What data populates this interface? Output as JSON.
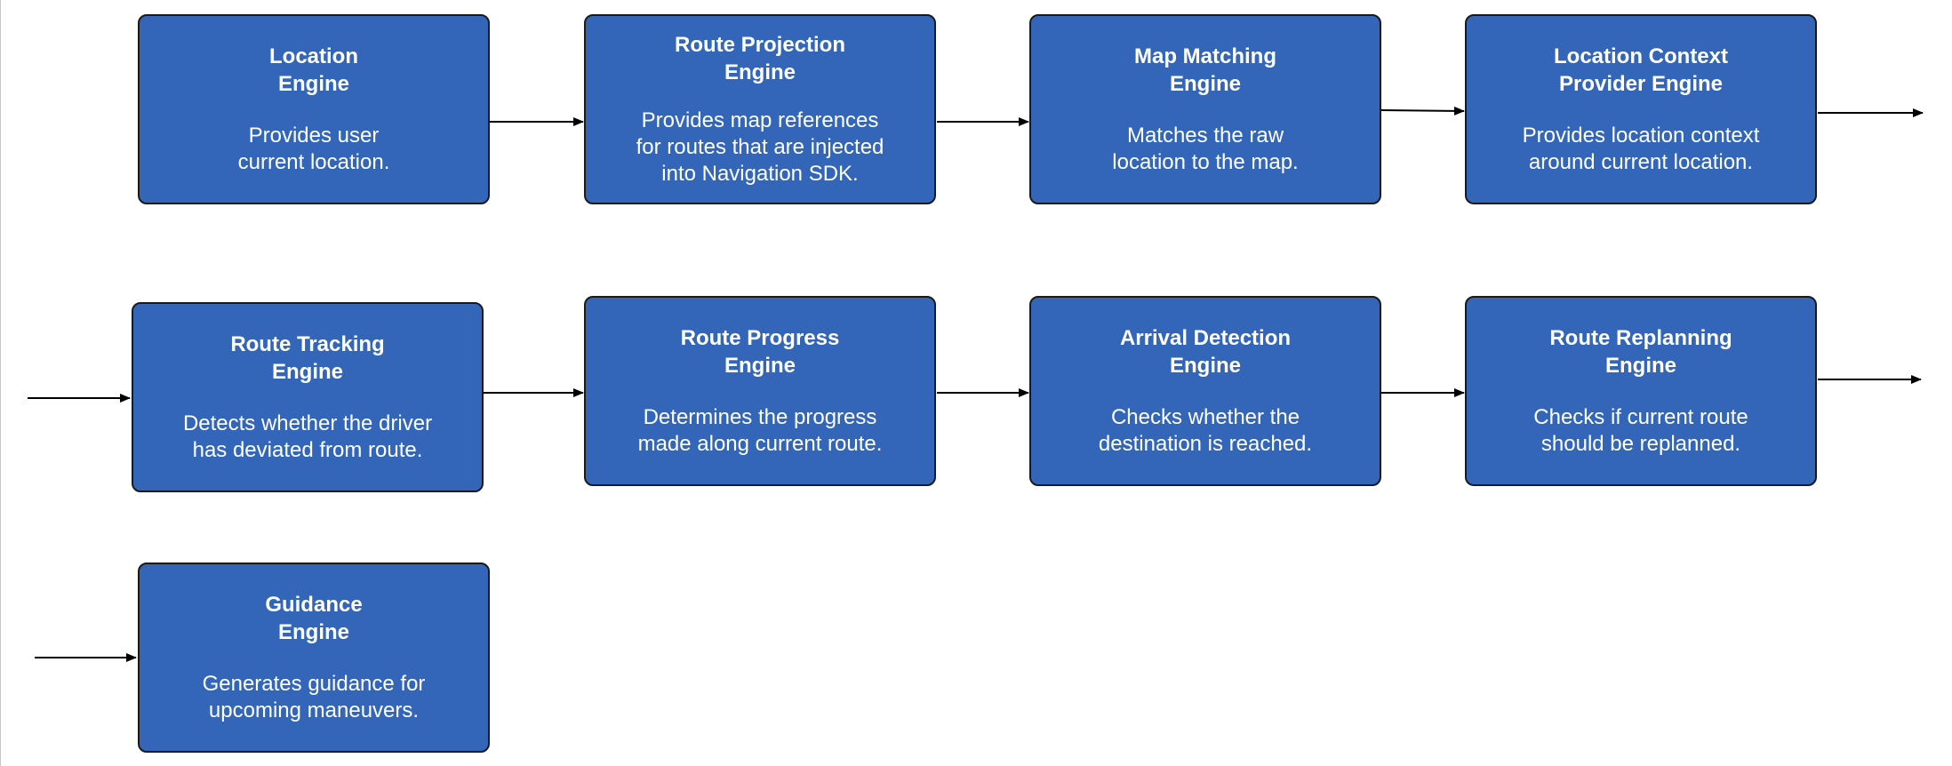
{
  "diagram": {
    "colors": {
      "box_fill": "#3366b8",
      "box_border": "#1a1a1a",
      "text": "#ffffff",
      "arrow": "#000000"
    },
    "engines": [
      {
        "id": "location",
        "title": "Location\nEngine",
        "description": "Provides user\ncurrent location."
      },
      {
        "id": "route-projection",
        "title": "Route Projection\nEngine",
        "description": "Provides map references\nfor routes that are injected\ninto Navigation SDK."
      },
      {
        "id": "map-matching",
        "title": "Map Matching\nEngine",
        "description": "Matches the raw\nlocation to the map."
      },
      {
        "id": "location-context-provider",
        "title": "Location Context\nProvider Engine",
        "description": "Provides location context\naround current location."
      },
      {
        "id": "route-tracking",
        "title": "Route Tracking\nEngine",
        "description": "Detects whether the driver\nhas deviated from route."
      },
      {
        "id": "route-progress",
        "title": "Route Progress\nEngine",
        "description": "Determines the progress\nmade along current route."
      },
      {
        "id": "arrival-detection",
        "title": "Arrival Detection\nEngine",
        "description": "Checks whether the\ndestination is reached."
      },
      {
        "id": "route-replanning",
        "title": "Route Replanning\nEngine",
        "description": "Checks if current route\nshould be replanned."
      },
      {
        "id": "guidance",
        "title": "Guidance\nEngine",
        "description": "Generates guidance for\nupcoming maneuvers."
      }
    ],
    "connections": [
      {
        "from": "location",
        "to": "route-projection"
      },
      {
        "from": "route-projection",
        "to": "map-matching"
      },
      {
        "from": "map-matching",
        "to": "location-context-provider"
      },
      {
        "from": "location-context-provider",
        "to": "route-tracking"
      },
      {
        "from": "route-tracking",
        "to": "route-progress"
      },
      {
        "from": "route-progress",
        "to": "arrival-detection"
      },
      {
        "from": "arrival-detection",
        "to": "route-replanning"
      },
      {
        "from": "route-replanning",
        "to": "guidance"
      }
    ]
  }
}
